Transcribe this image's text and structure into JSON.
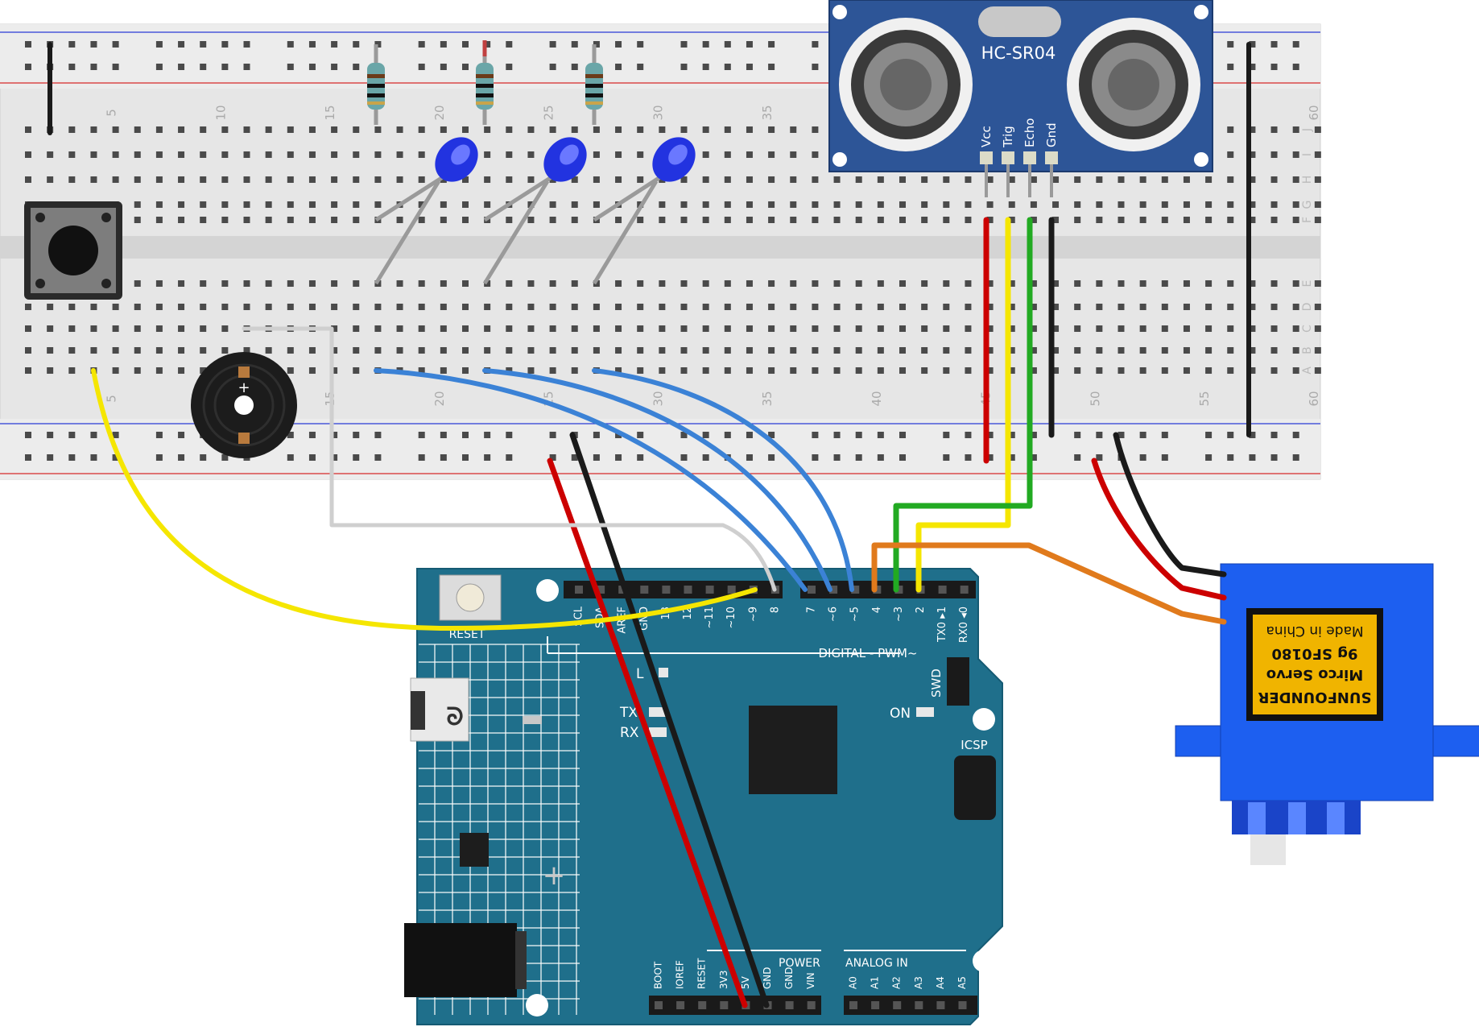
{
  "breadboard": {
    "column_numbers": [
      "5",
      "10",
      "15",
      "20",
      "25",
      "30",
      "35",
      "40",
      "45",
      "50",
      "55",
      "60"
    ],
    "row_letters_top": [
      "J",
      "I",
      "H",
      "G",
      "F"
    ],
    "row_letters_bottom": [
      "E",
      "D",
      "C",
      "B",
      "A"
    ]
  },
  "sensor": {
    "model": "HC-SR04",
    "pins": [
      "Vcc",
      "Trig",
      "Echo",
      "Gnd"
    ]
  },
  "servo": {
    "label_lines": [
      "SUNFOUNDER",
      "Mirco Servo",
      "9g SF0180",
      "Made in China"
    ]
  },
  "arduino": {
    "reset_label": "RESET",
    "digital_pins": [
      "SCL",
      "SDA",
      "AREF",
      "GND",
      "13",
      "12",
      "~11",
      "~10",
      "~9",
      "8",
      "7",
      "~6",
      "~5",
      "4",
      "~3",
      "2",
      "TX0 ▸1",
      "RX0 ◂0"
    ],
    "digital_label": "DIGITAL - PWM~",
    "led_labels": [
      "L",
      "TX",
      "RX"
    ],
    "swd_label": "SWD",
    "on_label": "ON",
    "icsp_label": "ICSP",
    "power_label": "POWER",
    "analog_label": "ANALOG IN",
    "power_pins": [
      "BOOT",
      "IOREF",
      "RESET",
      "3V3",
      "5V",
      "GND",
      "GND",
      "VIN"
    ],
    "analog_pins": [
      "A0",
      "A1",
      "A2",
      "A3",
      "A4",
      "A5"
    ]
  },
  "buzzer": {
    "polarity_label": "+"
  },
  "colors": {
    "board_teal": "#1f6f8b",
    "breadboard": "#e8e8e8",
    "sensor_blue": "#2d5597",
    "servo_blue": "#1d5ff0",
    "wire_red": "#cc0000",
    "wire_black": "#1a1a1a",
    "wire_yellow": "#f5e600",
    "wire_green": "#22aa22",
    "wire_blue": "#3b82d6",
    "wire_orange": "#e07a1c",
    "wire_white": "#dddddd"
  }
}
